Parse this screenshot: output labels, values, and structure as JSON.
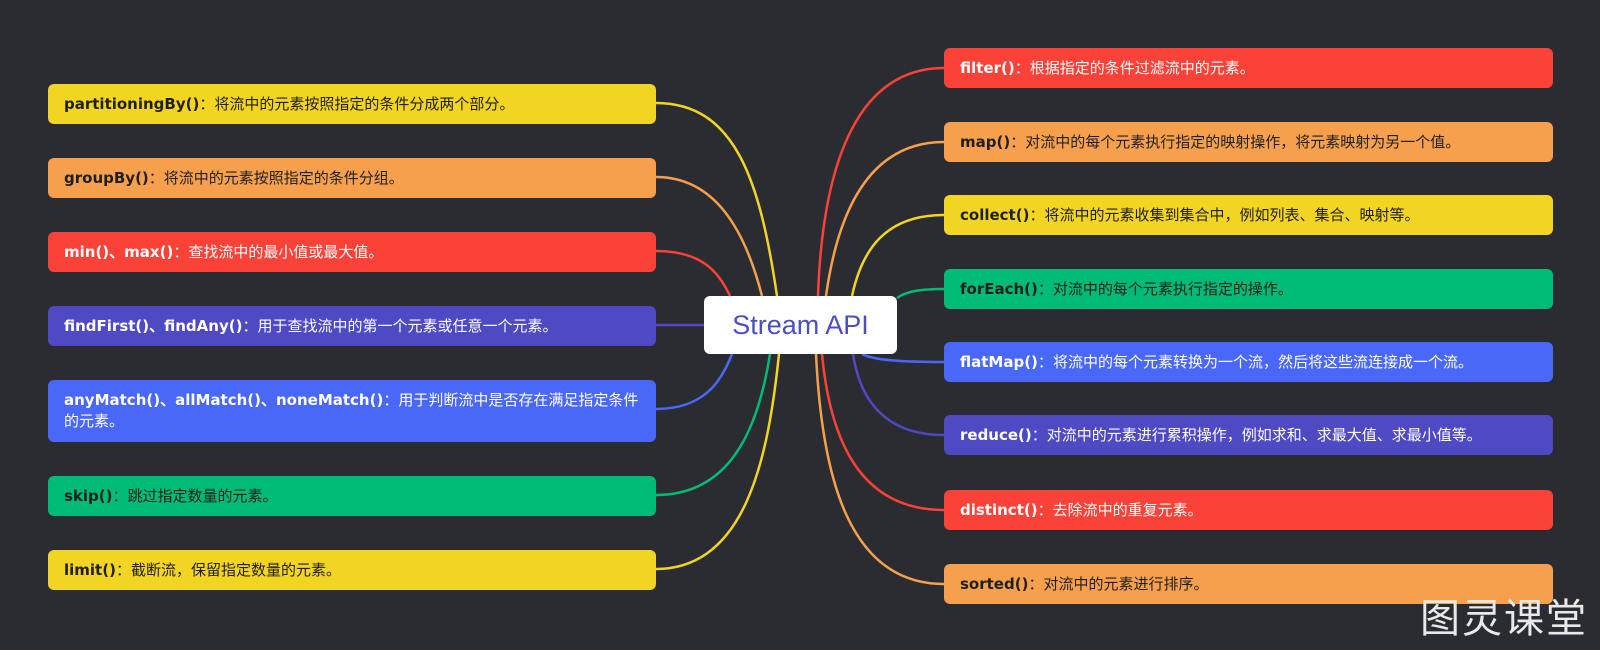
{
  "root": {
    "label": "Stream API"
  },
  "left_branches": [
    {
      "method": "partitioningBy()",
      "sep": "：",
      "desc": "将流中的元素按照指定的条件分成两个部分。",
      "color": "#f2d522"
    },
    {
      "method": "groupBy()",
      "sep": "：",
      "desc": "将流中的元素按照指定的条件分组。",
      "color": "#f6a04d"
    },
    {
      "method": "min()、max()",
      "sep": "：",
      "desc": "查找流中的最小值或最大值。",
      "color": "#fa4238"
    },
    {
      "method": "findFirst()、findAny()",
      "sep": "：",
      "desc": "用于查找流中的第一个元素或任意一个元素。",
      "color": "#4f49c3"
    },
    {
      "method": "anyMatch()、allMatch()、noneMatch()",
      "sep": "：",
      "desc": "用于判断流中是否存在满足指定条件的元素。",
      "color": "#4968f7"
    },
    {
      "method": "skip()",
      "sep": "：",
      "desc": "跳过指定数量的元素。",
      "color": "#00bb76"
    },
    {
      "method": "limit()",
      "sep": "：",
      "desc": "截断流，保留指定数量的元素。",
      "color": "#f2d522"
    }
  ],
  "right_branches": [
    {
      "method": "filter()",
      "sep": "：",
      "desc": "根据指定的条件过滤流中的元素。",
      "color": "#fa4238"
    },
    {
      "method": "map()",
      "sep": "：",
      "desc": "对流中的每个元素执行指定的映射操作，将元素映射为另一个值。",
      "color": "#f6a04d"
    },
    {
      "method": "collect()",
      "sep": "：",
      "desc": "将流中的元素收集到集合中，例如列表、集合、映射等。",
      "color": "#f2d522"
    },
    {
      "method": "forEach()",
      "sep": "：",
      "desc": "对流中的每个元素执行指定的操作。",
      "color": "#00bb76"
    },
    {
      "method": "flatMap()",
      "sep": "：",
      "desc": "将流中的每个元素转换为一个流，然后将这些流连接成一个流。",
      "color": "#4968f7"
    },
    {
      "method": "reduce()",
      "sep": "：",
      "desc": "对流中的元素进行累积操作，例如求和、求最大值、求最小值等。",
      "color": "#4f49c3"
    },
    {
      "method": "distinct()",
      "sep": "：",
      "desc": "去除流中的重复元素。",
      "color": "#fa4238"
    },
    {
      "method": "sorted()",
      "sep": "：",
      "desc": "对流中的元素进行排序。",
      "color": "#f6a04d"
    }
  ],
  "watermark": "图灵课堂",
  "colors": {
    "background": "#2b2c31",
    "center_text": "#4a4fc1"
  }
}
